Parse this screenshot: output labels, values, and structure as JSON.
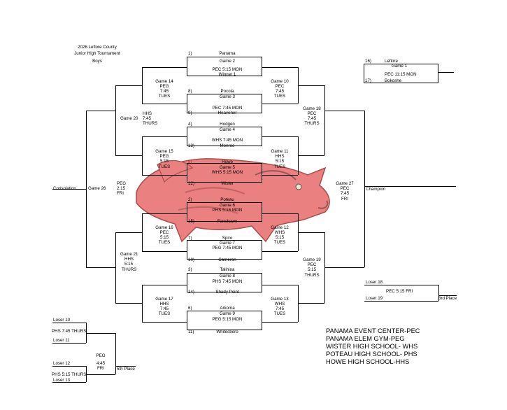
{
  "title": {
    "line1": "2026 Leflore County",
    "line2": "Junior High Tournament",
    "line3": "Boys"
  },
  "seeds": {
    "s1": "1)",
    "s1_team": "Panama",
    "s8": "8)",
    "s8_team": "Pocola",
    "s9": "9)",
    "s9_team": "Heavener",
    "s4": "4)",
    "s4_team": "Hodgen",
    "s13": "13)",
    "s13_team": "Monroe",
    "s5": "5)",
    "s5_team": "Howe",
    "s12": "12)",
    "s12_team": "Wister",
    "s2": "2)",
    "s2_team": "Poteau",
    "s15": "15)",
    "s15_team": "Fanshawe",
    "s7": "7)",
    "s7_team": "Spiro",
    "s10": "10)",
    "s10_team": "Cameron",
    "s3": "3)",
    "s3_team": "Talihina",
    "s14": "14)",
    "s14_team": "Shady Point",
    "s6": "6)",
    "s6_team": "Arkoma",
    "s11": "11)",
    "s11_team": "Whitesboro",
    "s16": "16)",
    "s16_team": "Leflore",
    "s17": "17)",
    "s17_team": "Bokoshe"
  },
  "games": {
    "g1_name": "Game 1",
    "g1_info": "PEC 11:15 MON",
    "g2_name": "Game 2",
    "g2_info": "PEC 5:15 MON",
    "g2_sub": "Winner 1",
    "g3_name": "Game 3",
    "g3_info": "PEC 7:45 MON",
    "g4_name": "Game 4",
    "g4_info": "WHS 7:45 MON",
    "g5_name": "Game 5",
    "g5_info": "WHS 5:15 MON",
    "g6_name": "Game 6",
    "g6_info": "PHS 5:15 MON",
    "g7_name": "Game 7",
    "g7_info": "PEG 7:45 MON",
    "g8_name": "Game 8",
    "g8_info": "PHS 7:45 MON",
    "g9_name": "Game 9",
    "g9_info": "PEG 5:15 MON",
    "g10": [
      "Game 10",
      "PEC",
      "7:45",
      "TUES"
    ],
    "g11": [
      "Game 11",
      "HHS",
      "5:15",
      "TUES"
    ],
    "g12": [
      "Game 12",
      "WHS",
      "5:15",
      "TUES"
    ],
    "g13": [
      "Game 13",
      "WHS",
      "7:45",
      "TUES"
    ],
    "g14": [
      "Game 14",
      "PEG",
      "7:45",
      "TUES"
    ],
    "g15": [
      "Game 15",
      "PEG",
      "5:15",
      "TUES"
    ],
    "g16": [
      "Game 16",
      "PEC",
      "5:15",
      "TUES"
    ],
    "g17": [
      "Game 17",
      "HHS",
      "7:45",
      "TUES"
    ],
    "g18": [
      "Game 18",
      "PEC",
      "7:45",
      "THURS"
    ],
    "g19": [
      "Game 19",
      "PEC",
      "5:15",
      "THURS"
    ],
    "g20_name": "Game 20",
    "g20": [
      "HHS",
      "7:45",
      "THURS"
    ],
    "g21": [
      "Game 21",
      "HHS",
      "5:15",
      "THURS"
    ],
    "g26_name": "Game 26",
    "g26": [
      "PEG",
      "2:15",
      "FRI"
    ],
    "g27": [
      "Game 27",
      "PEC",
      "7:45",
      "FRI"
    ],
    "consolation": "Consolation",
    "champion": "Champion"
  },
  "losers": {
    "l18": "Loser 18",
    "l19": "Loser 19",
    "third_info": "PEC 5:15 FRI",
    "third_label": "3rd Place",
    "l10": "Loser 10",
    "l11": "Loser 11",
    "l10_info": "PHS 7:45 THURS",
    "l12": "Loser 12",
    "l13": "Loser 13",
    "l12_info": "PHS 5:15 THURS",
    "fifth": [
      "PEG",
      "4:45",
      "FRI"
    ],
    "fifth_label": "5th Place"
  },
  "legend": [
    "PANAMA EVENT CENTER-PEC",
    "PANAMA ELEM GYM-PEG",
    "WISTER HIGH SCHOOL- WHS",
    "POTEAU HIGH SCHOOL- PHS",
    "HOWE HIGH SCHOOL-HHS"
  ],
  "colors": {
    "mascot_red": "#e86a6a",
    "mascot_dark": "#8a3a3a",
    "text_red": "#c81c1c"
  },
  "mascot": {
    "icon": "razorback-hog-icon"
  }
}
